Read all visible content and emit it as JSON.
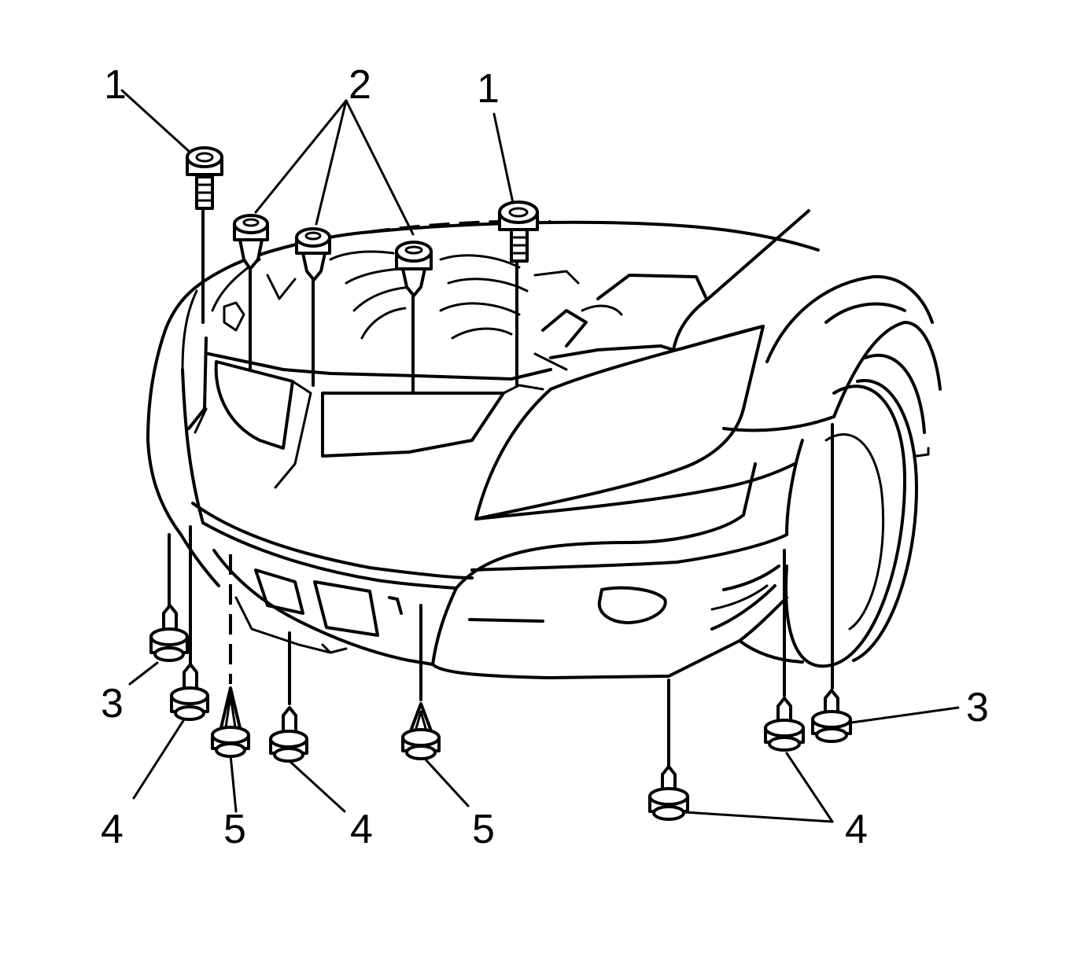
{
  "callouts": {
    "c1_left": "1",
    "c2_top": "2",
    "c1_right": "1",
    "c3_left": "3",
    "c4_a": "4",
    "c5_a": "5",
    "c4_b": "4",
    "c5_b": "5",
    "c4_right": "4",
    "c3_right": "3"
  }
}
